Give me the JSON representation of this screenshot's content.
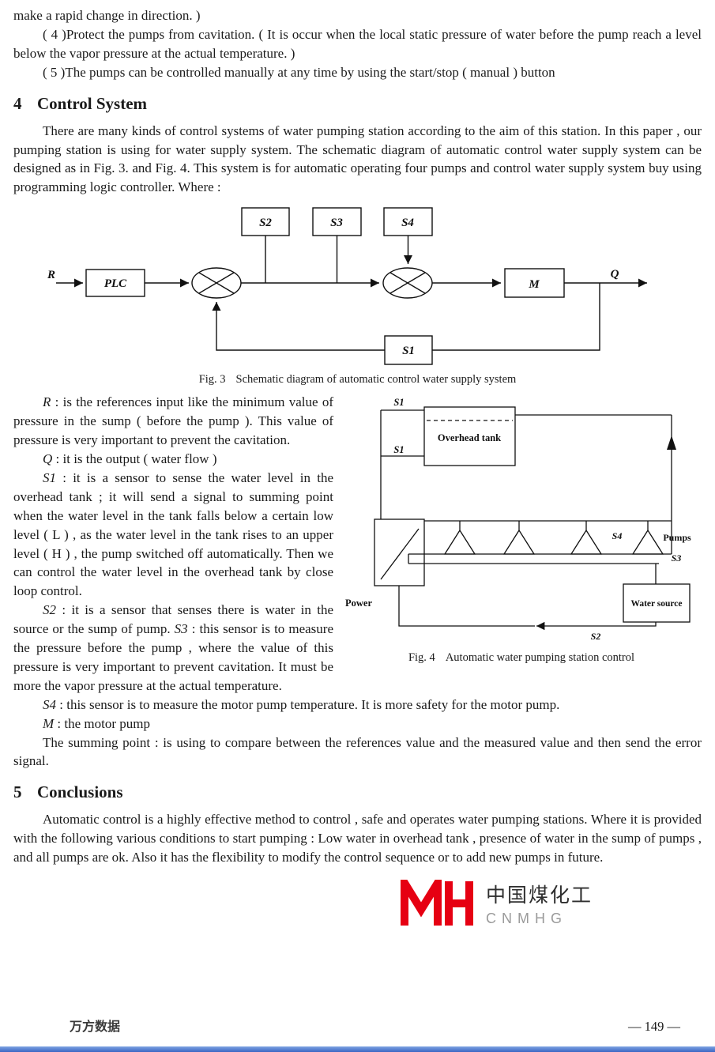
{
  "intro": {
    "line1": "make a rapid change in direction. )",
    "para4": "( 4 )Protect the pumps from cavitation. ( It is occur when the local static pressure of water before the pump reach a level below the vapor pressure at the actual temperature. )",
    "para5": "( 5 )The pumps can be controlled manually at any time by using the start/stop ( manual ) button"
  },
  "section4": {
    "number": "4",
    "title": "Control System",
    "body": "There are many kinds of control systems of water pumping station according to the aim of this station. In this paper , our pumping station is using for water supply system. The schematic diagram of automatic control water supply system can be designed as in Fig. 3. and Fig. 4. This system is for automatic operating four pumps and control water supply system buy using programming logic controller. Where :"
  },
  "fig3": {
    "caption_label": "Fig. 3",
    "caption_text": "Schematic diagram of automatic control water supply system",
    "labels": {
      "r": "R",
      "plc": "PLC",
      "s2": "S2",
      "s3": "S3",
      "s4": "S4",
      "m": "M",
      "q": "Q",
      "s1": "S1"
    }
  },
  "fig4": {
    "caption_label": "Fig. 4",
    "caption_text": "Automatic water pumping station control",
    "labels": {
      "s1_top": "S1",
      "s1_mid": "S1",
      "overhead_tank": "Overhead tank",
      "pumps": "Pumps",
      "s4": "S4",
      "s3": "S3",
      "power": "Power",
      "water_source": "Water source",
      "s2": "S2"
    }
  },
  "definitions": {
    "r_var": "R",
    "r_text": " : is the references input like the minimum value of pressure in the sump ( before the pump ). This value of pressure is very important to prevent the cavitation.",
    "q_var": "Q",
    "q_text": " : it is the output ( water flow )",
    "s1_var": "S1",
    "s1_text": " : it is a sensor to sense the water level in the overhead tank ; it will send a signal to summing point when the water level in the tank falls below a certain low level ( L ) , as the water level in the tank rises to an upper level ( H ) , the pump switched off automatically. Then we can control the water level in the overhead tank by close loop control.",
    "s2_var": "S2",
    "s2_text": " : it is a sensor that senses there is water in the source or the sump of pump. ",
    "s3_var": "S3",
    "s3_text": " : this sensor is to measure the pressure before the pump , where the value of this pressure is very important to prevent cavitation. It must be more the vapor pressure at the actual temperature.",
    "s4_var": "S4",
    "s4_text": " : this sensor is to measure the motor pump temperature. It is more safety for the motor pump.",
    "m_var": "M",
    "m_text": " : the motor pump",
    "sum_text": "The summing point : is using to compare between the references value and the measured value and then send the error signal."
  },
  "section5": {
    "number": "5",
    "title": "Conclusions",
    "body": "Automatic control is a highly effective method to control , safe and operates water pumping stations. Where it is provided with the following various conditions to start pumping : Low water in overhead tank , presence of water in the sump of pumps , and all pumps are ok. Also it has the flexibility to modify the control sequence or to add new pumps in future."
  },
  "logo": {
    "cn": "中国煤化工",
    "en": "CNMHG"
  },
  "footer": {
    "watermark": "万方数据",
    "page": "—  149  —"
  }
}
